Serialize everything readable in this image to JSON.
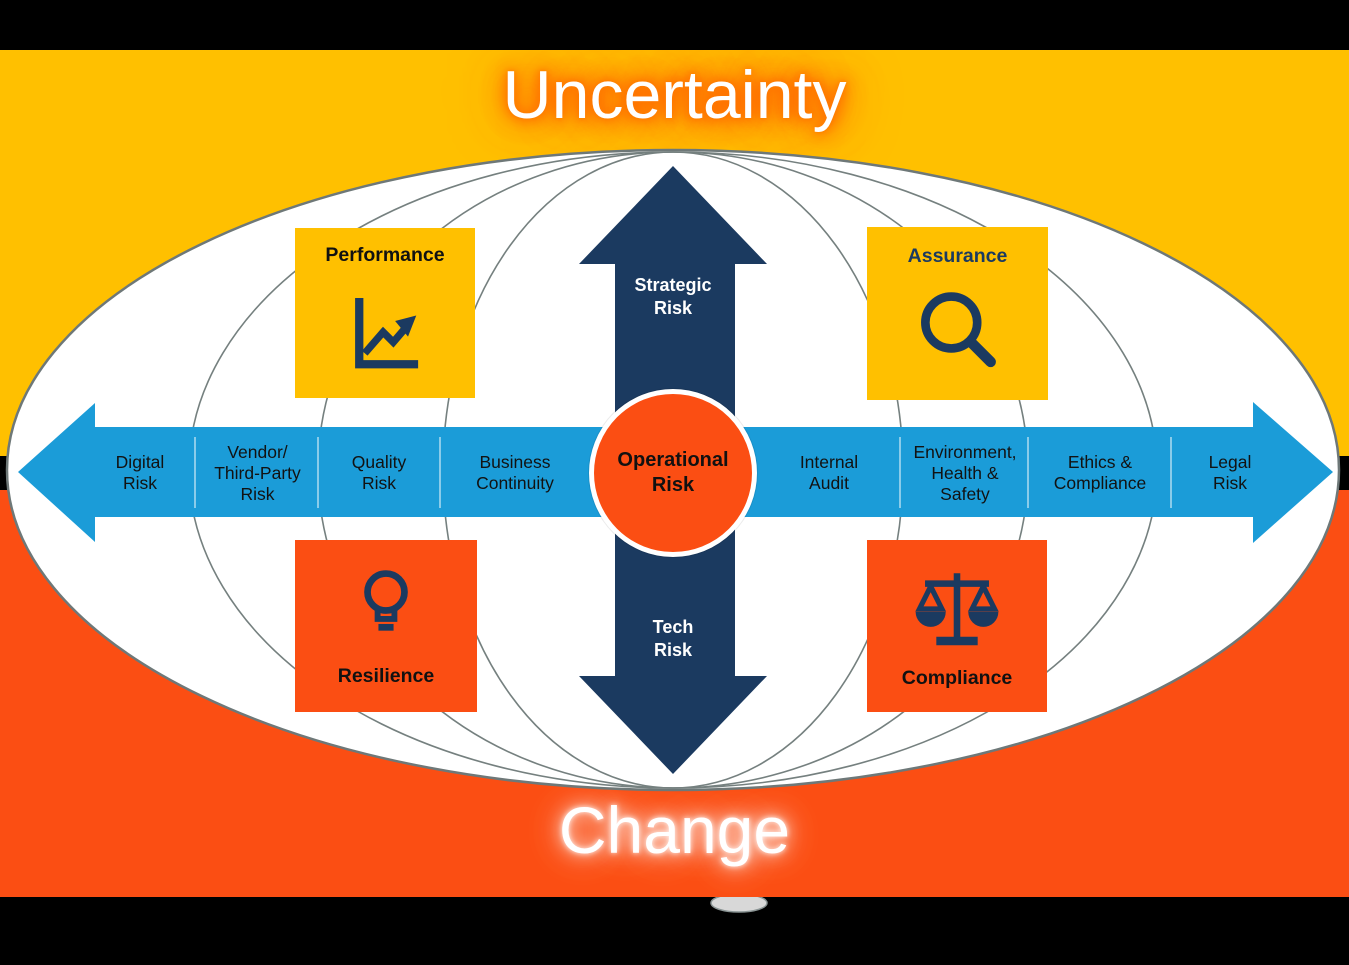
{
  "titles": {
    "top": "Uncertainty",
    "bottom": "Change"
  },
  "vertical_arrow": {
    "top_label": "Strategic\nRisk",
    "bottom_label": "Tech\nRisk"
  },
  "center_circle": {
    "label": "Operational\nRisk"
  },
  "band": {
    "labels": [
      {
        "id": "digital-risk",
        "text": "Digital\nRisk"
      },
      {
        "id": "vendor-third-party-risk",
        "text": "Vendor/\nThird-Party\nRisk"
      },
      {
        "id": "quality-risk",
        "text": "Quality\nRisk"
      },
      {
        "id": "business-continuity",
        "text": "Business\nContinuity"
      },
      {
        "id": "internal-audit",
        "text": "Internal\nAudit"
      },
      {
        "id": "environment-health-safety",
        "text": "Environment,\nHealth &\nSafety"
      },
      {
        "id": "ethics-compliance",
        "text": "Ethics &\nCompliance"
      },
      {
        "id": "legal-risk",
        "text": "Legal\nRisk"
      }
    ]
  },
  "quadrants": {
    "performance": {
      "label": "Performance",
      "icon": "line-chart-icon"
    },
    "assurance": {
      "label": "Assurance",
      "icon": "magnifying-glass-icon"
    },
    "resilience": {
      "label": "Resilience",
      "icon": "lightbulb-icon"
    },
    "compliance": {
      "label": "Compliance",
      "icon": "scales-icon"
    }
  },
  "colors": {
    "gold": "#FFC000",
    "orange": "#FB4E13",
    "light_blue": "#1B9CD8",
    "navy": "#1B3A60",
    "globe_line": "#75807F",
    "band_text": "#121212",
    "title_text": "#FFFFFF"
  }
}
